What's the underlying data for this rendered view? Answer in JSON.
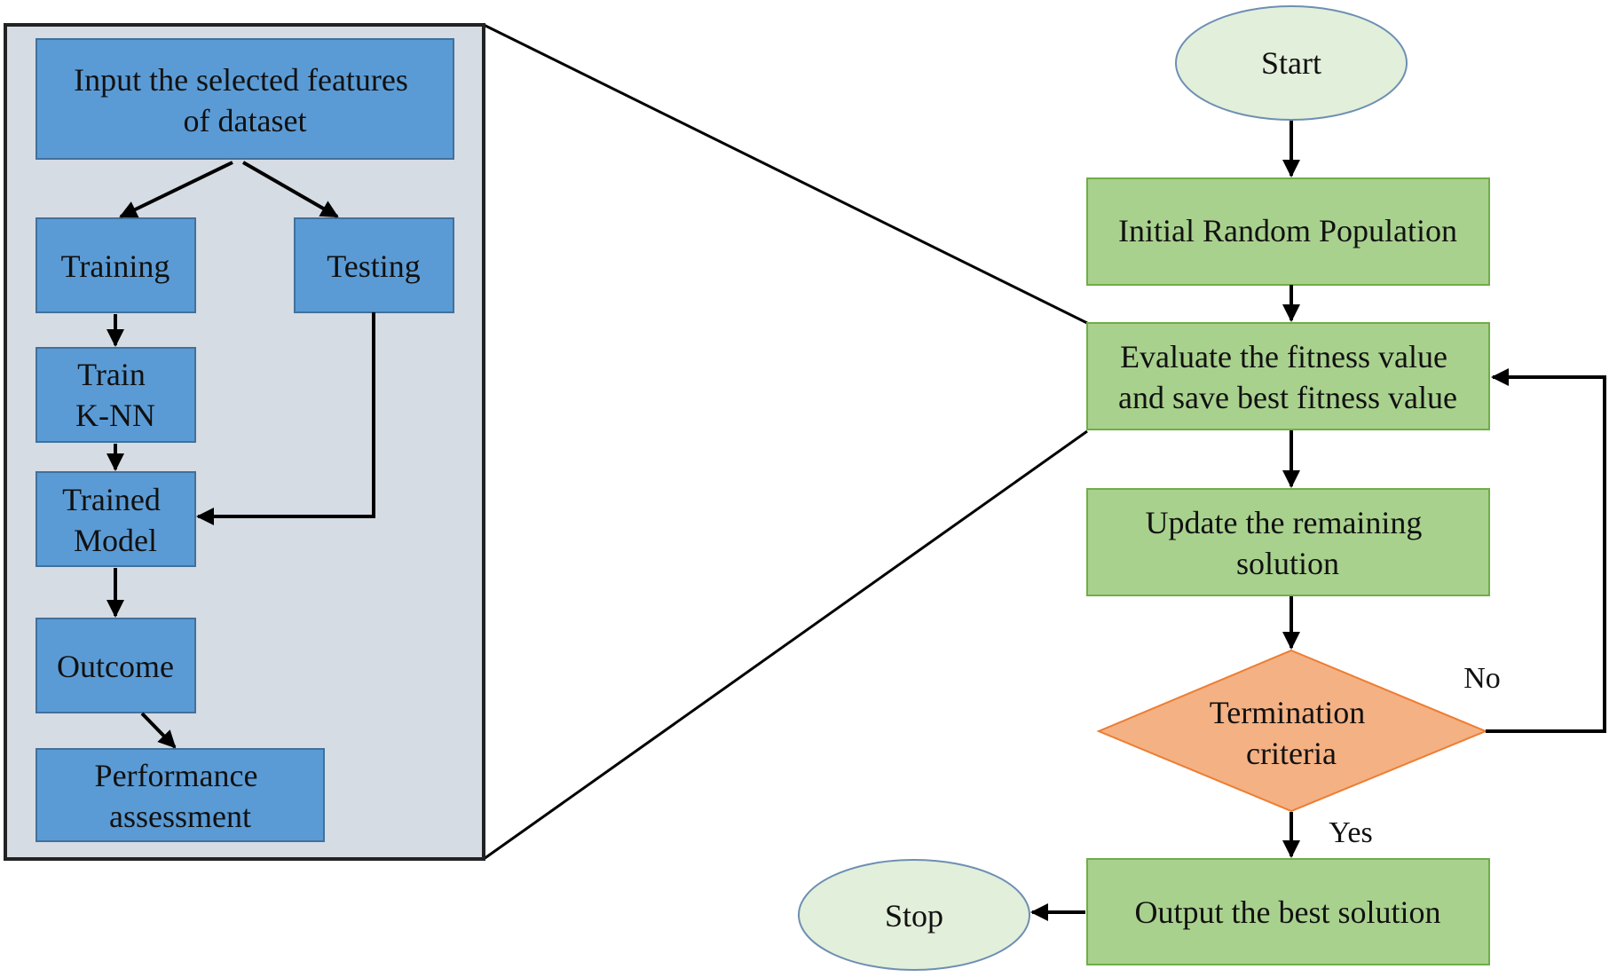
{
  "colors": {
    "detail_box_fill": "#5b9bd5",
    "detail_panel_fill": "#d6dce4",
    "process_box_fill": "#a9d18e",
    "terminal_fill": "#e2efda",
    "decision_fill": "#f4b183",
    "line": "#000000"
  },
  "detail": {
    "input_lines": [
      "Input the selected features",
      "of dataset"
    ],
    "training": "Training",
    "testing": "Testing",
    "train_knn_lines": [
      "Train",
      "K-NN"
    ],
    "trained_model_lines": [
      "Trained",
      "Model"
    ],
    "outcome": "Outcome",
    "performance_lines": [
      "Performance",
      "assessment"
    ]
  },
  "flow": {
    "start": "Start",
    "initial_population": "Initial Random Population",
    "evaluate_lines": [
      "Evaluate the fitness value",
      "and save best fitness value"
    ],
    "update_lines": [
      "Update the remaining",
      "solution"
    ],
    "termination_lines": [
      "Termination",
      "criteria"
    ],
    "no_label": "No",
    "yes_label": "Yes",
    "output": "Output the best solution",
    "stop": "Stop"
  }
}
